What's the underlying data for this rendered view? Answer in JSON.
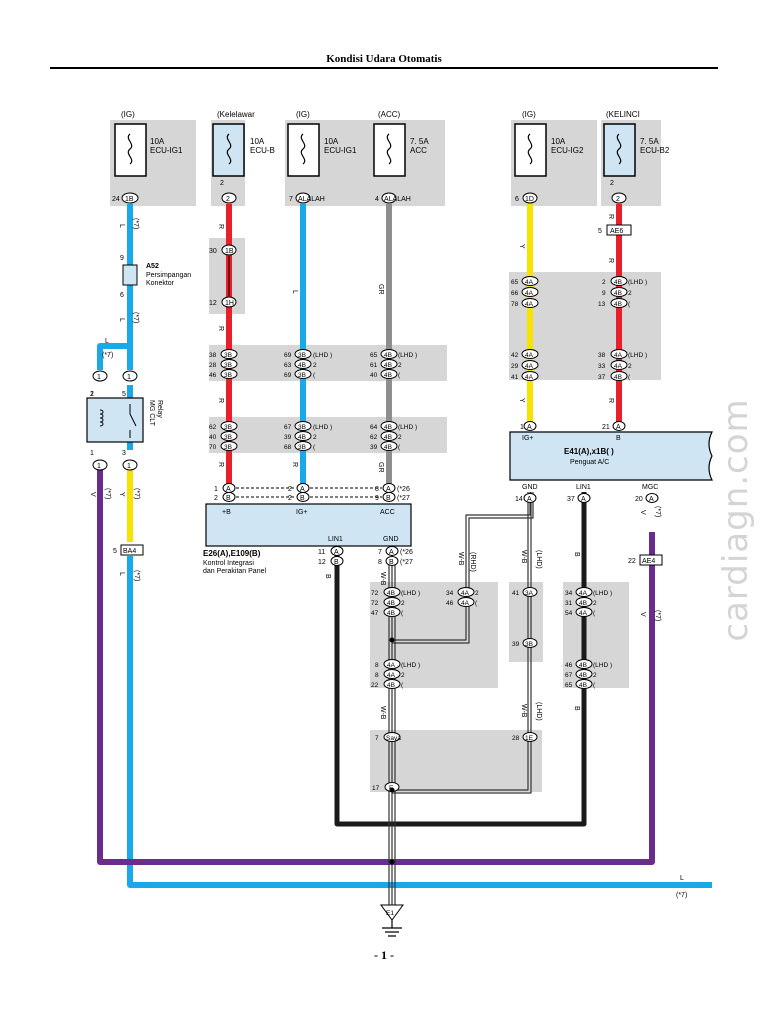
{
  "header": {
    "title": "Kondisi Udara Otomatis"
  },
  "footer": {
    "page_number": "- 1 -"
  },
  "watermark": "cardiagn.com",
  "colors": {
    "red": "#e8202a",
    "blue": "#19a8e8",
    "gray": "#8e8e8e",
    "yellow": "#f7e300",
    "purple": "#6a2d8f",
    "black": "#1a1a1a",
    "shade": "#d6d6d6",
    "box": "#cfe5f3"
  },
  "fuses": [
    {
      "supply": "(IG)",
      "rating": "10A",
      "name": "ECU-IG1"
    },
    {
      "supply": "(Kelelawar",
      "rating": "10A",
      "name": "ECU-B"
    },
    {
      "supply": "(IG)",
      "rating": "10A",
      "name": "ECU-IG1"
    },
    {
      "supply": "(ACC)",
      "rating": "7. 5A",
      "name": "ACC"
    },
    {
      "supply": "(IG)",
      "rating": "10A",
      "name": "ECU-IG2"
    },
    {
      "supply": "(KELINCI",
      "rating": "7. 5A",
      "name": "ECU-B2"
    }
  ],
  "pins": [
    "24",
    "1B",
    "2",
    "2",
    "7",
    "ALALAH",
    "4",
    "ALALAH",
    "6",
    "1D",
    "2",
    "2",
    "9",
    "6",
    "30",
    "1B",
    "12",
    "1H",
    "5",
    "AE6",
    "65",
    "4A",
    "66",
    "4A",
    "78",
    "4A",
    "2",
    "4B",
    "9",
    "4B",
    "13",
    "4B",
    "(LHD )",
    "2",
    "(",
    "42",
    "4A",
    "29",
    "4A",
    "41",
    "4A",
    "38",
    "4A",
    "33",
    "4A",
    "37",
    "4B",
    "(LHD )",
    "2",
    "(",
    "38",
    "3B",
    "28",
    "3B",
    "46",
    "3B",
    "69",
    "3B",
    "63",
    "4B",
    "69",
    "3B",
    "(LHD )",
    "2",
    "(",
    "65",
    "4B",
    "61",
    "4B",
    "40",
    "4B",
    "(LHD )",
    "2",
    "(",
    "62",
    "3B",
    "40",
    "3B",
    "70",
    "3B",
    "67",
    "3B",
    "39",
    "4B",
    "68",
    "3B",
    "(LHD )",
    "2",
    "(",
    "64",
    "4B",
    "62",
    "4B",
    "39",
    "4B",
    "(LHD )",
    "2",
    "(",
    "1",
    "1",
    "1",
    "1",
    "2",
    "1",
    "3",
    "1",
    "5",
    "1",
    "A",
    "2",
    "B",
    "2",
    "A",
    "2",
    "B",
    "8",
    "A",
    "9",
    "B",
    "(*26",
    "(*27",
    "11",
    "A",
    "12",
    "B",
    "7",
    "A",
    "8",
    "B",
    "(*26",
    "(*27",
    "1",
    "A",
    "21",
    "A",
    "14",
    "A",
    "37",
    "A",
    "20",
    "A",
    "5",
    "BA4",
    "22",
    "AE4",
    "72",
    "4B",
    "72",
    "4B",
    "47",
    "4B",
    "(LHD )",
    "2",
    "(",
    "34",
    "4A",
    "46",
    "4A",
    "2",
    "(",
    "41",
    "3A",
    "39",
    "3B",
    "34",
    "4A",
    "31",
    "4B",
    "54",
    "4A",
    "(LHD )",
    "2",
    "(",
    "8",
    "4A",
    "8",
    "4A",
    "22",
    "4B",
    "(LHD )",
    "2",
    "(",
    "46",
    "4B",
    "67",
    "4B",
    "65",
    "4B",
    "(LHD )",
    "2",
    "(",
    "7",
    "Saya",
    "28",
    "1E",
    "17",
    "E",
    "E1"
  ],
  "wires": [
    "L",
    "(*7)",
    "L",
    "(*7)",
    "L",
    "(*7)",
    "V",
    "(*7)",
    "Y",
    "(*7)",
    "L",
    "(*7)",
    "R",
    "R",
    "R",
    "L",
    "GR",
    "R",
    "R",
    "R",
    "Y",
    "Y",
    "R",
    "R",
    "GR",
    "V",
    "(*7)",
    "V",
    "(*7)",
    "B",
    "W-B",
    "(RHD)",
    "W-B",
    "(LHD)",
    "W-B",
    "(LHD)",
    "W-B",
    "W-B",
    "B",
    "B",
    "L",
    "(*7)"
  ],
  "components": {
    "a52": {
      "code": "A52",
      "name1": "Persimpangan",
      "name2": "Konektor"
    },
    "relay": {
      "name1": "MG CLT",
      "name2": "Relay"
    },
    "e26": {
      "title": "E26(A),E109(B)",
      "name1": "Kontrol Integrasi",
      "name2": "dan Perakitan Panel",
      "terminals": [
        "+B",
        "IG+",
        "ACC",
        "LIN1",
        "GND"
      ]
    },
    "e41": {
      "title": "E41(A),x1B( )",
      "name": "Penguat A/C",
      "terminals": [
        "IG+",
        "B",
        "GND",
        "LIN1",
        "MGC"
      ]
    }
  }
}
